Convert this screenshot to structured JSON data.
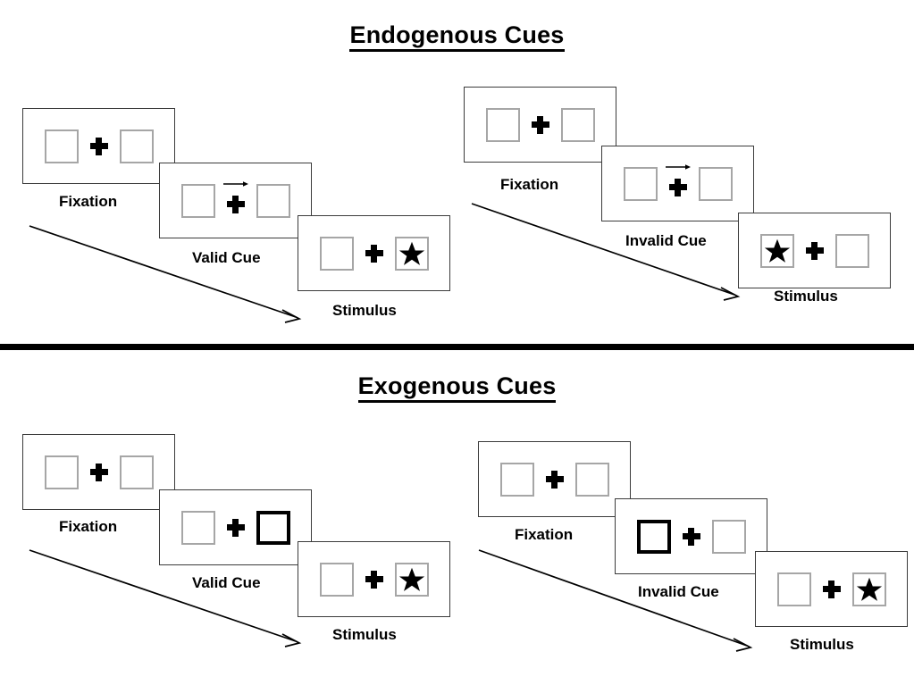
{
  "sections": [
    {
      "id": "endogenous",
      "title": "Endogenous Cues",
      "cue_type": "central-arrow",
      "conditions": [
        {
          "id": "endogenous-valid",
          "cue_label": "Valid Cue",
          "frames": [
            {
              "name": "fixation",
              "label": "Fixation",
              "left_box": "empty",
              "right_box": "empty",
              "arrow": "none"
            },
            {
              "name": "cue",
              "label": "Valid Cue",
              "left_box": "empty",
              "right_box": "empty",
              "arrow": "right"
            },
            {
              "name": "stimulus",
              "label": "Stimulus",
              "left_box": "empty",
              "right_box": "star",
              "arrow": "none"
            }
          ]
        },
        {
          "id": "endogenous-invalid",
          "cue_label": "Invalid Cue",
          "frames": [
            {
              "name": "fixation",
              "label": "Fixation",
              "left_box": "empty",
              "right_box": "empty",
              "arrow": "none"
            },
            {
              "name": "cue",
              "label": "Invalid Cue",
              "left_box": "empty",
              "right_box": "empty",
              "arrow": "right"
            },
            {
              "name": "stimulus",
              "label": "Stimulus",
              "left_box": "star",
              "right_box": "empty",
              "arrow": "none"
            }
          ]
        }
      ]
    },
    {
      "id": "exogenous",
      "title": "Exogenous Cues",
      "cue_type": "peripheral-box",
      "conditions": [
        {
          "id": "exogenous-valid",
          "cue_label": "Valid Cue",
          "frames": [
            {
              "name": "fixation",
              "label": "Fixation",
              "left_box": "empty",
              "right_box": "empty",
              "arrow": "none"
            },
            {
              "name": "cue",
              "label": "Valid Cue",
              "left_box": "empty",
              "right_box": "cued",
              "arrow": "none"
            },
            {
              "name": "stimulus",
              "label": "Stimulus",
              "left_box": "empty",
              "right_box": "star",
              "arrow": "none"
            }
          ]
        },
        {
          "id": "exogenous-invalid",
          "cue_label": "Invalid Cue",
          "frames": [
            {
              "name": "fixation",
              "label": "Fixation",
              "left_box": "empty",
              "right_box": "empty",
              "arrow": "none"
            },
            {
              "name": "cue",
              "label": "Invalid Cue",
              "left_box": "cued",
              "right_box": "empty",
              "arrow": "none"
            },
            {
              "name": "stimulus",
              "label": "Stimulus",
              "left_box": "empty",
              "right_box": "star",
              "arrow": "none"
            }
          ]
        }
      ]
    }
  ],
  "labels": {
    "endo_title": "Endogenous Cues",
    "exo_title": "Exogenous Cues",
    "fixation": "Fixation",
    "valid_cue": "Valid Cue",
    "invalid_cue": "Invalid Cue",
    "stimulus": "Stimulus"
  },
  "colors": {
    "box_border": "#a6a6a6",
    "cued_box_border": "#000000",
    "panel_border": "#3b3b3b",
    "ink": "#000000",
    "background": "#ffffff"
  }
}
